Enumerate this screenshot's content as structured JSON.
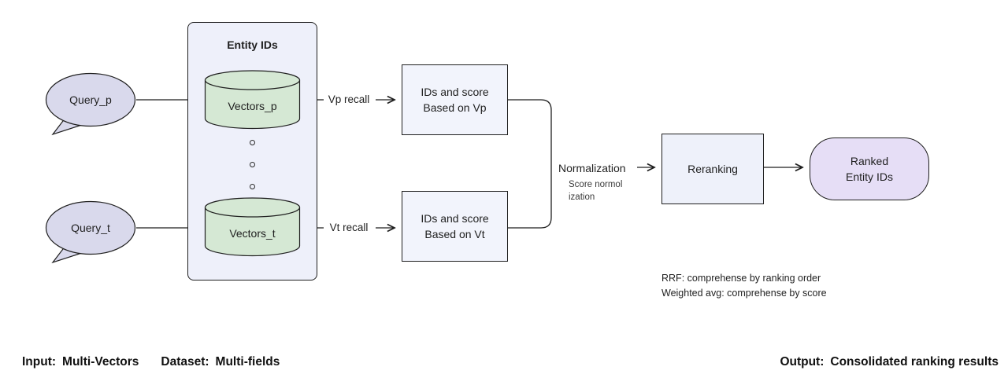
{
  "colors": {
    "background": "#ffffff",
    "border": "#1f1f1f",
    "query_bubble_fill": "#d9d9ec",
    "entity_container_fill": "#eef0fa",
    "cylinder_fill": "#d5e8d4",
    "score_box_fill": "#f2f4fc",
    "reranking_box_fill": "#eef1fa",
    "ranked_fill": "#e6def6"
  },
  "nodes": {
    "query_p": {
      "label": "Query_p"
    },
    "query_t": {
      "label": "Query_t"
    },
    "entity_container": {
      "title": "Entity IDs"
    },
    "vectors_p": {
      "label": "Vectors_p"
    },
    "vectors_t": {
      "label": "Vectors_t"
    },
    "ids_vp": {
      "line1": "IDs and score",
      "line2": "Based on Vp"
    },
    "ids_vt": {
      "line1": "IDs and score",
      "line2": "Based on Vt"
    },
    "reranking": {
      "label": "Reranking"
    },
    "ranked": {
      "line1": "Ranked",
      "line2": "Entity IDs"
    }
  },
  "edge_labels": {
    "vp_recall": "Vp recall",
    "vt_recall": "Vt recall",
    "normalization": "Normalization",
    "normalization_note_line1": "Score normol",
    "normalization_note_line2": "ization"
  },
  "annotations": {
    "rrf_note": "RRF: comprehense by ranking order",
    "weighted_note": "Weighted avg: comprehense by score"
  },
  "footer": {
    "input_label": "Input:",
    "input_value": "Multi-Vectors",
    "dataset_label": "Dataset:",
    "dataset_value": "Multi-fields",
    "output_label": "Output:",
    "output_value": "Consolidated ranking results"
  }
}
